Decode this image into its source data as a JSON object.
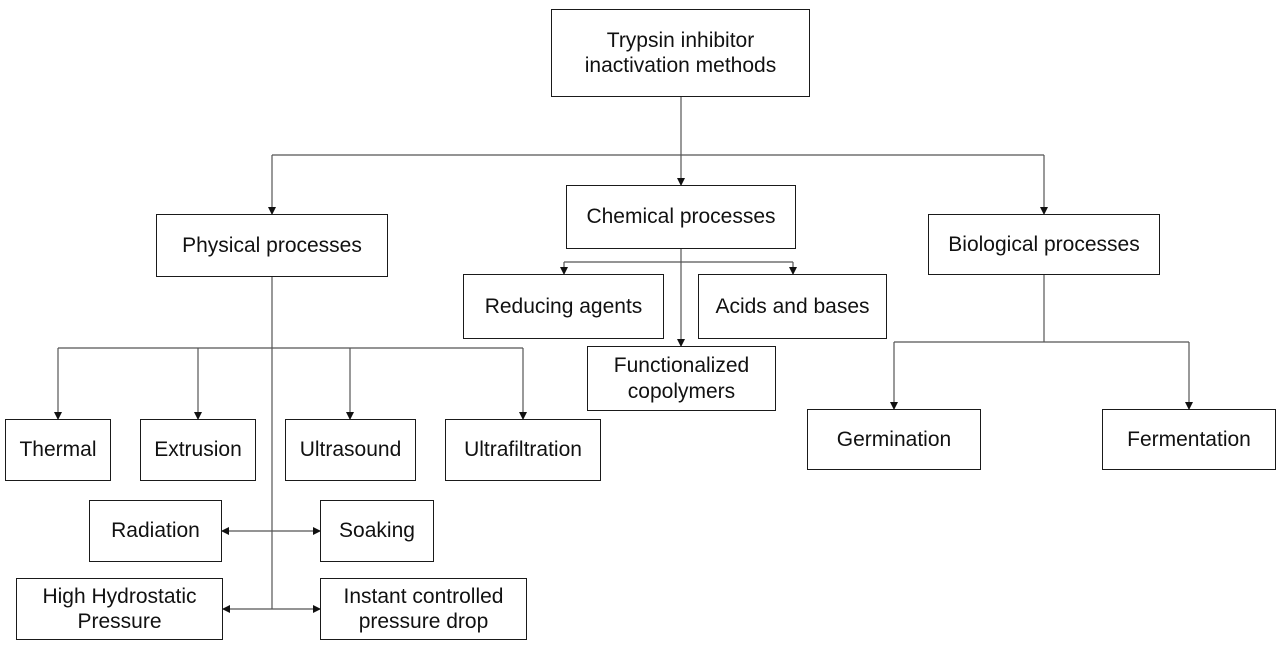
{
  "diagram": {
    "root": "Trypsin inhibitor\ninactivation methods",
    "physical": {
      "label": "Physical processes",
      "children": [
        "Thermal",
        "Extrusion",
        "Ultrasound",
        "Ultrafiltration"
      ],
      "paired": [
        "Radiation",
        "Soaking",
        "High Hydrostatic\nPressure",
        "Instant controlled\npressure drop"
      ]
    },
    "chemical": {
      "label": "Chemical processes",
      "children": [
        "Reducing agents",
        "Acids and bases",
        "Functionalized\ncopolymers"
      ]
    },
    "biological": {
      "label": "Biological processes",
      "children": [
        "Germination",
        "Fermentation"
      ]
    }
  }
}
